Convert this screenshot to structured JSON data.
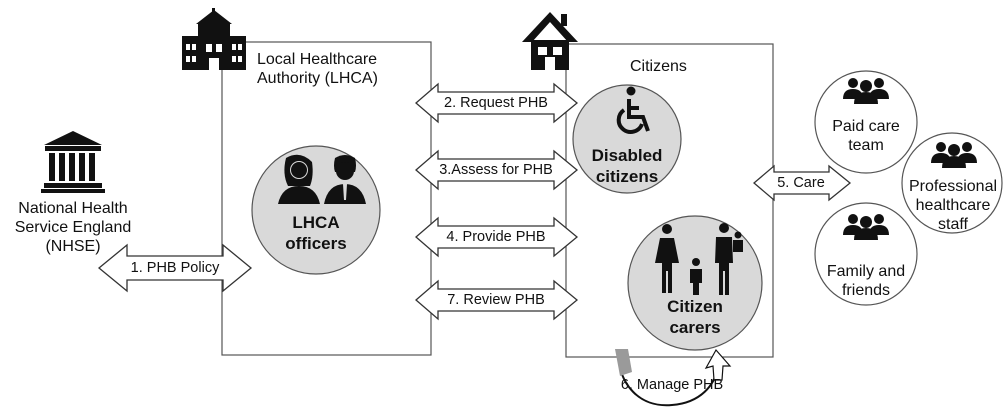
{
  "nhse": {
    "line1": "National Health",
    "line2": "Service England",
    "line3": "(NHSE)",
    "icon": "government-building-icon"
  },
  "lhca": {
    "title_line1": "Local Healthcare",
    "title_line2": "Authority (LHCA)",
    "officers_line1": "LHCA",
    "officers_line2": "officers",
    "icon": "school-building-icon"
  },
  "citizens": {
    "title": "Citizens",
    "disabled_line1": "Disabled",
    "disabled_line2": "citizens",
    "carers_line1": "Citizen",
    "carers_line2": "carers",
    "icon": "house-icon"
  },
  "arrows": {
    "policy": "1. PHB Policy",
    "request": "2. Request PHB",
    "assess": "3.Assess for PHB",
    "provide": "4. Provide PHB",
    "care": "5. Care",
    "manage": "6. Manage PHB",
    "review": "7. Review PHB"
  },
  "care_groups": {
    "paid_line1": "Paid care",
    "paid_line2": "team",
    "professional_line1": "Professional",
    "professional_line2": "healthcare",
    "professional_line3": "staff",
    "family_line1": "Family and",
    "family_line2": "friends"
  },
  "colors": {
    "node_fill": "#d9d9d9",
    "stroke": "#555555",
    "icon": "#111111",
    "arrow_fill": "#ffffff"
  }
}
